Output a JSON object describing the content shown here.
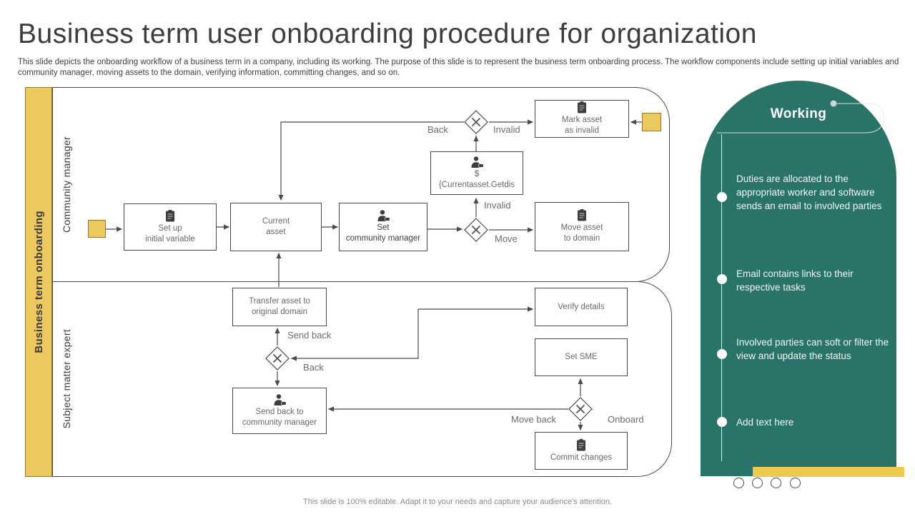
{
  "slide": {
    "title": "Business term user onboarding procedure for organization",
    "subtitle": "This slide depicts the onboarding workflow of a business term in a company, including its working. The purpose of this slide is to represent the business term onboarding process. The workflow components include setting up initial variables and community manager, moving assets to the domain, verifying information, committing changes, and so on.",
    "footer": "This slide is 100% editable. Adapt it to your needs and capture your audience's attention."
  },
  "pool": {
    "title": "Business term onboarding",
    "lanes": [
      {
        "label": "Community manager"
      },
      {
        "label": "Subject matter expert"
      }
    ]
  },
  "flow": {
    "nodes": {
      "setup": {
        "lines": [
          "Set up",
          "initial variable"
        ],
        "icon": "clipboard"
      },
      "current": {
        "lines": [
          "Current",
          "asset"
        ]
      },
      "setcm": {
        "lines": [
          "Set",
          "community manager"
        ],
        "icon": "person"
      },
      "getdis": {
        "lines": [
          "$",
          "{Currentasset.Getdis"
        ],
        "icon": "person"
      },
      "markinvalid": {
        "lines": [
          "Mark asset",
          "as invalid"
        ],
        "icon": "clipboard"
      },
      "moveasset": {
        "lines": [
          "Move  asset",
          "to domain"
        ],
        "icon": "clipboard"
      },
      "transfer": {
        "lines": [
          "Transfer  asset to",
          "original  domain"
        ]
      },
      "sendbackcm": {
        "lines": [
          "Send back to",
          "community manager"
        ],
        "icon": "person"
      },
      "verify": {
        "lines": [
          "Verify  details"
        ]
      },
      "setsme": {
        "lines": [
          "Set SME"
        ]
      },
      "commit": {
        "lines": [
          "Commit  changes"
        ],
        "icon": "clipboard"
      }
    },
    "edge_labels": {
      "back_top": "Back",
      "invalid_top": "Invalid",
      "invalid_mid": "Invalid",
      "move": "Move",
      "send_back": "Send back",
      "back_bottom": "Back",
      "move_back": "Move back",
      "onboard": "Onboard"
    }
  },
  "working_panel": {
    "heading": "Working",
    "bullets": [
      "Duties are allocated to the appropriate worker and software sends an email to involved parties",
      "Email contains links to their respective tasks",
      "Involved  parties can soft or filter the view and update the status",
      "Add text here"
    ]
  },
  "colors": {
    "accent_yellow": "#ecc95e",
    "teal": "#2a7368",
    "line_gray": "#4a4a4a"
  }
}
